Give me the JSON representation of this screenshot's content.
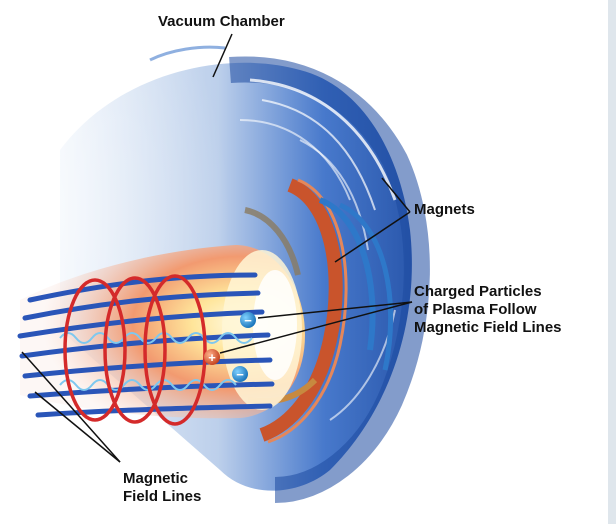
{
  "labels": {
    "vacuum_chamber": "Vacuum Chamber",
    "magnets": "Magnets",
    "charged_particles": [
      "Charged Particles",
      "of Plasma Follow",
      "Magnetic Field Lines"
    ],
    "magnetic_field_lines": [
      "Magnetic",
      "Field Lines"
    ]
  },
  "particle_signs": {
    "positive": "+",
    "negative_a": "−",
    "negative_b": "−"
  },
  "colors": {
    "background": "#ffffff",
    "chamber_blue": "#2b63c4",
    "field_line": "#2a55b8",
    "coil_red": "#d42a2a",
    "magnet_ring": "#c9542c",
    "plasma_core": "#fff3c8",
    "positive_particle": "#d9552b",
    "negative_particle": "#1f8fd1"
  }
}
